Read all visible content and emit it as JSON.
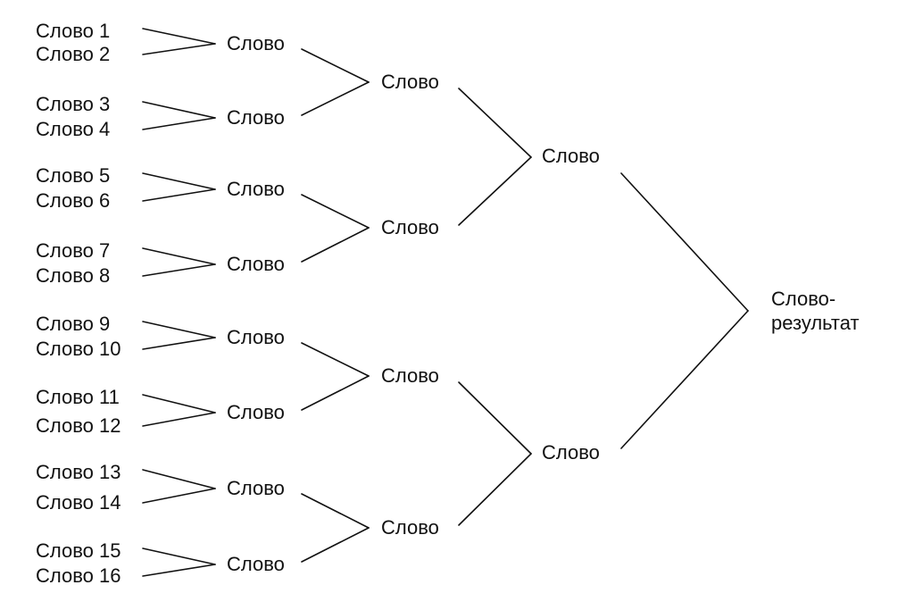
{
  "diagram": {
    "type": "bracket-tree",
    "colors": {
      "ink": "#111111",
      "background": "#ffffff"
    },
    "leaves": [
      "Слово 1",
      "Слово 2",
      "Слово 3",
      "Слово 4",
      "Слово 5",
      "Слово 6",
      "Слово 7",
      "Слово 8",
      "Слово 9",
      "Слово 10",
      "Слово 11",
      "Слово 12",
      "Слово 13",
      "Слово 14",
      "Слово 15",
      "Слово 16"
    ],
    "level1": [
      "Слово",
      "Слово",
      "Слово",
      "Слово",
      "Слово",
      "Слово",
      "Слово",
      "Слово"
    ],
    "level2": [
      "Слово",
      "Слово",
      "Слово",
      "Слово"
    ],
    "level3": [
      "Слово",
      "Слово"
    ],
    "result": {
      "line1": "Слово-",
      "line2": "результат"
    }
  }
}
